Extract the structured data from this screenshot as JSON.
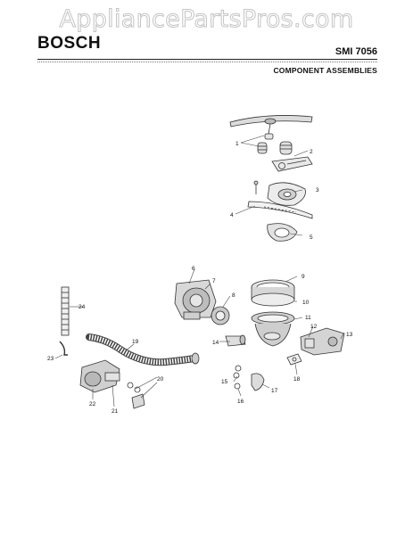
{
  "watermark": "AppliancePartsPros.com",
  "brand": "BOSCH",
  "model": "SMI 7056",
  "subtitle": "COMPONENT ASSEMBLIES",
  "callouts": [
    "1",
    "2",
    "3",
    "4",
    "5",
    "6",
    "7",
    "8",
    "9",
    "10",
    "11",
    "12",
    "13",
    "14",
    "15",
    "16",
    "17",
    "18",
    "19",
    "20",
    "21",
    "22",
    "23",
    "24"
  ]
}
